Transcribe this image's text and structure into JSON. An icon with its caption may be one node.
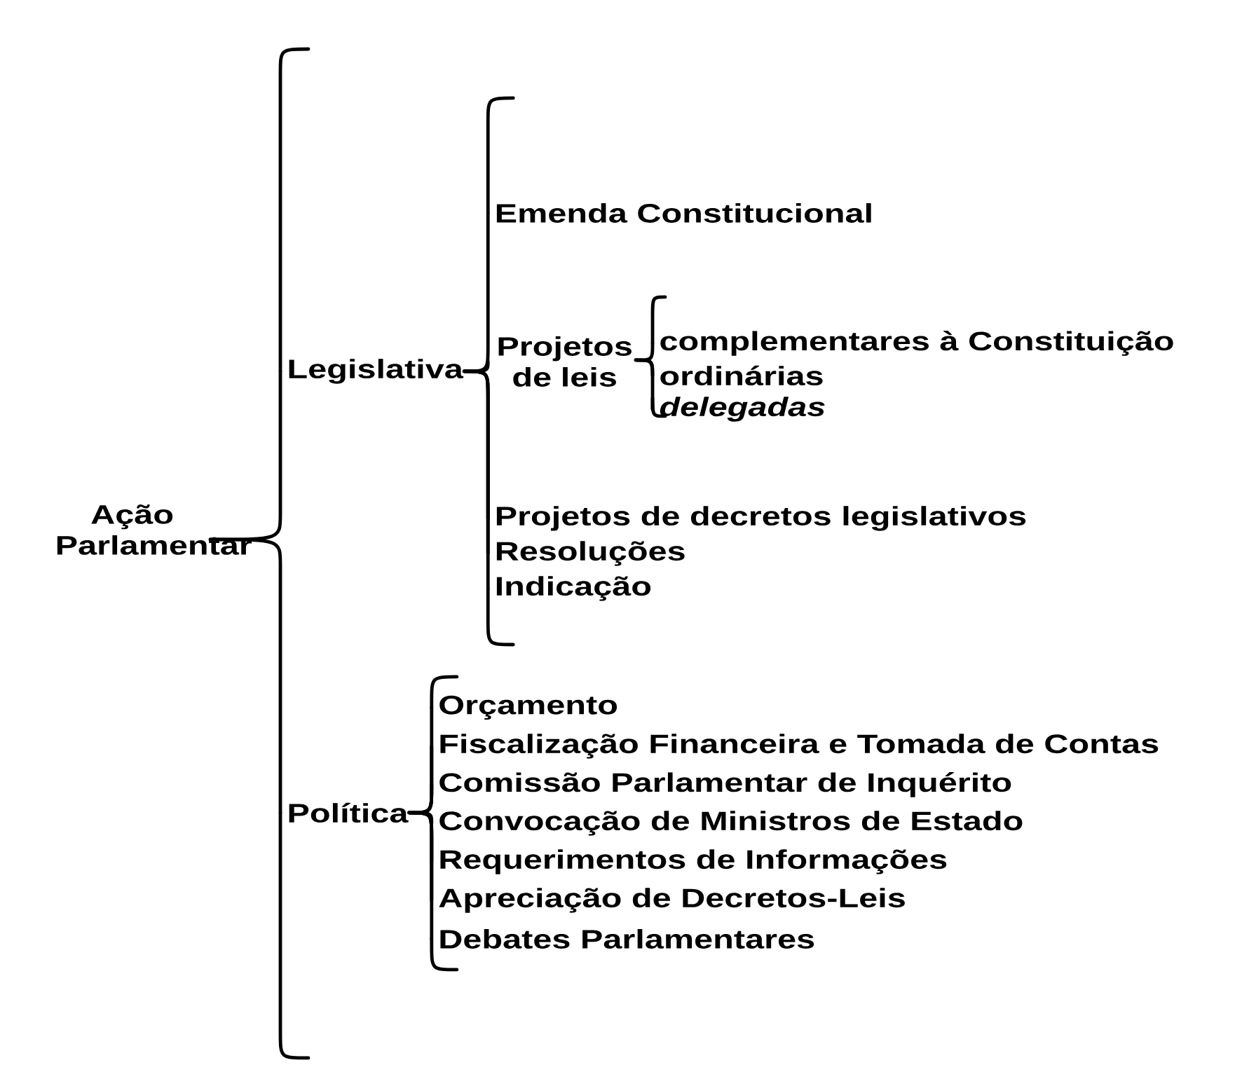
{
  "diagram": {
    "nodes": [
      {
        "text": [
          "Ação Parlamentar"
        ]
      },
      {
        "text": [
          "Legislativa"
        ]
      },
      {
        "text": [
          "Política"
        ]
      },
      {
        "text": [
          "Emenda Constitucional"
        ]
      },
      {
        "text": [
          "Projetos de leis"
        ]
      },
      {
        "text": [
          "complementares à Constituição"
        ]
      },
      {
        "text": [
          "ordinárias"
        ]
      },
      {
        "text": [
          "delegadas"
        ]
      },
      {
        "text": [
          "Projetos de decretos legislativos"
        ]
      },
      {
        "text": [
          "Resoluções"
        ]
      },
      {
        "text": [
          "Indicação"
        ]
      },
      {
        "text": [
          "Orçamento"
        ]
      },
      {
        "text": [
          "Fiscalização Financeira e Tomada de Contas"
        ]
      },
      {
        "text": [
          "Comissão Parlamentar de Inquérito"
        ]
      },
      {
        "text": [
          "Convocação de Ministros de Estado"
        ]
      },
      {
        "text": [
          "Requerimentos de Informações"
        ]
      },
      {
        "text": [
          "Apreciação de Decretos-Leis"
        ]
      },
      {
        "text": [
          "Debates Parlamentares"
        ]
      }
    ],
    "edges": [
      {
        "from": 0,
        "to": 1,
        "arrow": "none"
      },
      {
        "from": 0,
        "to": 2,
        "arrow": "none"
      },
      {
        "from": 1,
        "to": 3,
        "arrow": "none"
      },
      {
        "from": 1,
        "to": 4,
        "arrow": "none"
      },
      {
        "from": 1,
        "to": 8,
        "arrow": "none"
      },
      {
        "from": 1,
        "to": 9,
        "arrow": "none"
      },
      {
        "from": 1,
        "to": 10,
        "arrow": "none"
      },
      {
        "from": 4,
        "to": 5,
        "arrow": "none"
      },
      {
        "from": 4,
        "to": 6,
        "arrow": "none"
      },
      {
        "from": 4,
        "to": 7,
        "arrow": "none"
      },
      {
        "from": 2,
        "to": 11,
        "arrow": "none"
      },
      {
        "from": 2,
        "to": 12,
        "arrow": "none"
      },
      {
        "from": 2,
        "to": 13,
        "arrow": "none"
      },
      {
        "from": 2,
        "to": 14,
        "arrow": "none"
      },
      {
        "from": 2,
        "to": 15,
        "arrow": "none"
      },
      {
        "from": 2,
        "to": 16,
        "arrow": "none"
      },
      {
        "from": 2,
        "to": 17,
        "arrow": "none"
      }
    ]
  }
}
